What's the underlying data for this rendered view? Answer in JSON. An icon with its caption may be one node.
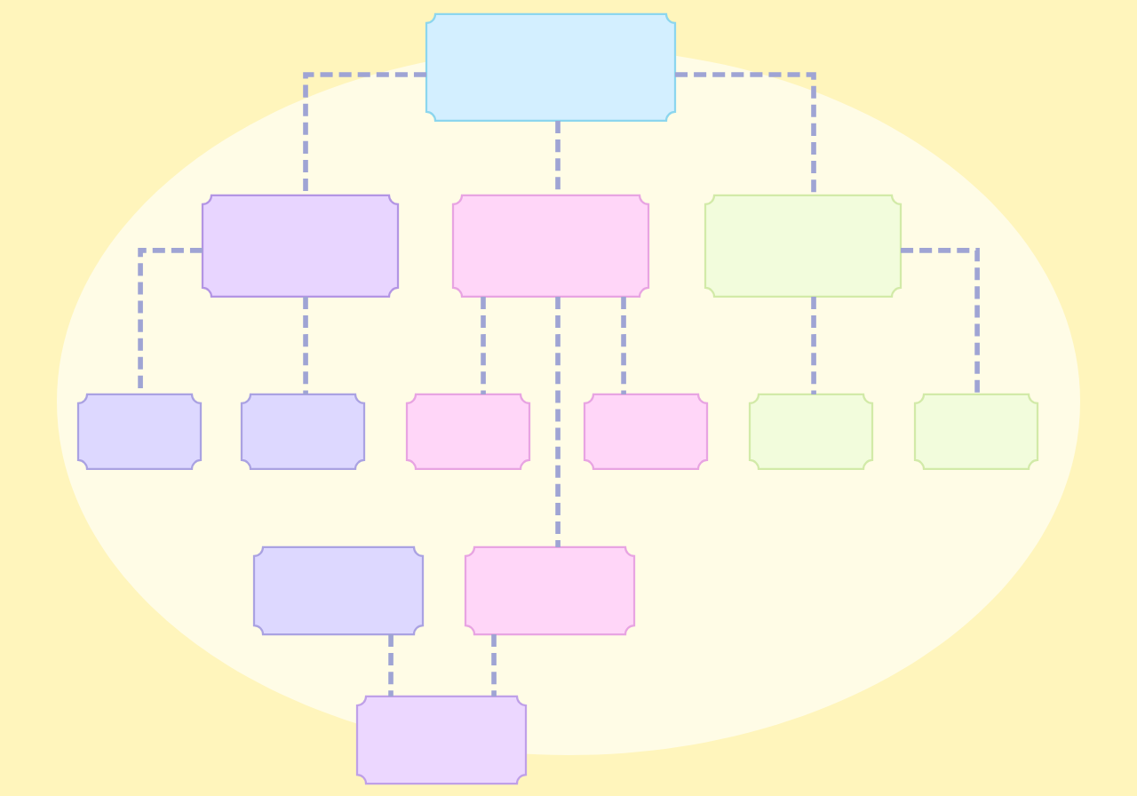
{
  "diagram": {
    "nodes": [
      {
        "text": [],
        "shape": "box"
      },
      {
        "text": [],
        "shape": "box"
      },
      {
        "text": [],
        "shape": "box"
      },
      {
        "text": [],
        "shape": "box"
      },
      {
        "text": [],
        "shape": "box"
      },
      {
        "text": [],
        "shape": "box"
      },
      {
        "text": [],
        "shape": "box"
      },
      {
        "text": [],
        "shape": "box"
      },
      {
        "text": [],
        "shape": "box"
      },
      {
        "text": [],
        "shape": "box"
      },
      {
        "text": [],
        "shape": "box"
      },
      {
        "text": [],
        "shape": "box"
      },
      {
        "text": [],
        "shape": "box"
      }
    ],
    "edges": [
      {
        "from": 0,
        "to": 1,
        "arrow": "none",
        "style": "dashed"
      },
      {
        "from": 0,
        "to": 2,
        "arrow": "none",
        "style": "dashed"
      },
      {
        "from": 0,
        "to": 3,
        "arrow": "none",
        "style": "dashed"
      },
      {
        "from": 1,
        "to": 4,
        "arrow": "none",
        "style": "dashed"
      },
      {
        "from": 1,
        "to": 5,
        "arrow": "none",
        "style": "dashed"
      },
      {
        "from": 2,
        "to": 6,
        "arrow": "none",
        "style": "dashed"
      },
      {
        "from": 2,
        "to": 11,
        "arrow": "none",
        "style": "dashed"
      },
      {
        "from": 2,
        "to": 7,
        "arrow": "none",
        "style": "dashed"
      },
      {
        "from": 3,
        "to": 8,
        "arrow": "none",
        "style": "dashed"
      },
      {
        "from": 3,
        "to": 9,
        "arrow": "none",
        "style": "dashed"
      },
      {
        "from": 10,
        "to": 12,
        "arrow": "none",
        "style": "dashed"
      },
      {
        "from": 11,
        "to": 12,
        "arrow": "none",
        "style": "dashed"
      }
    ]
  }
}
